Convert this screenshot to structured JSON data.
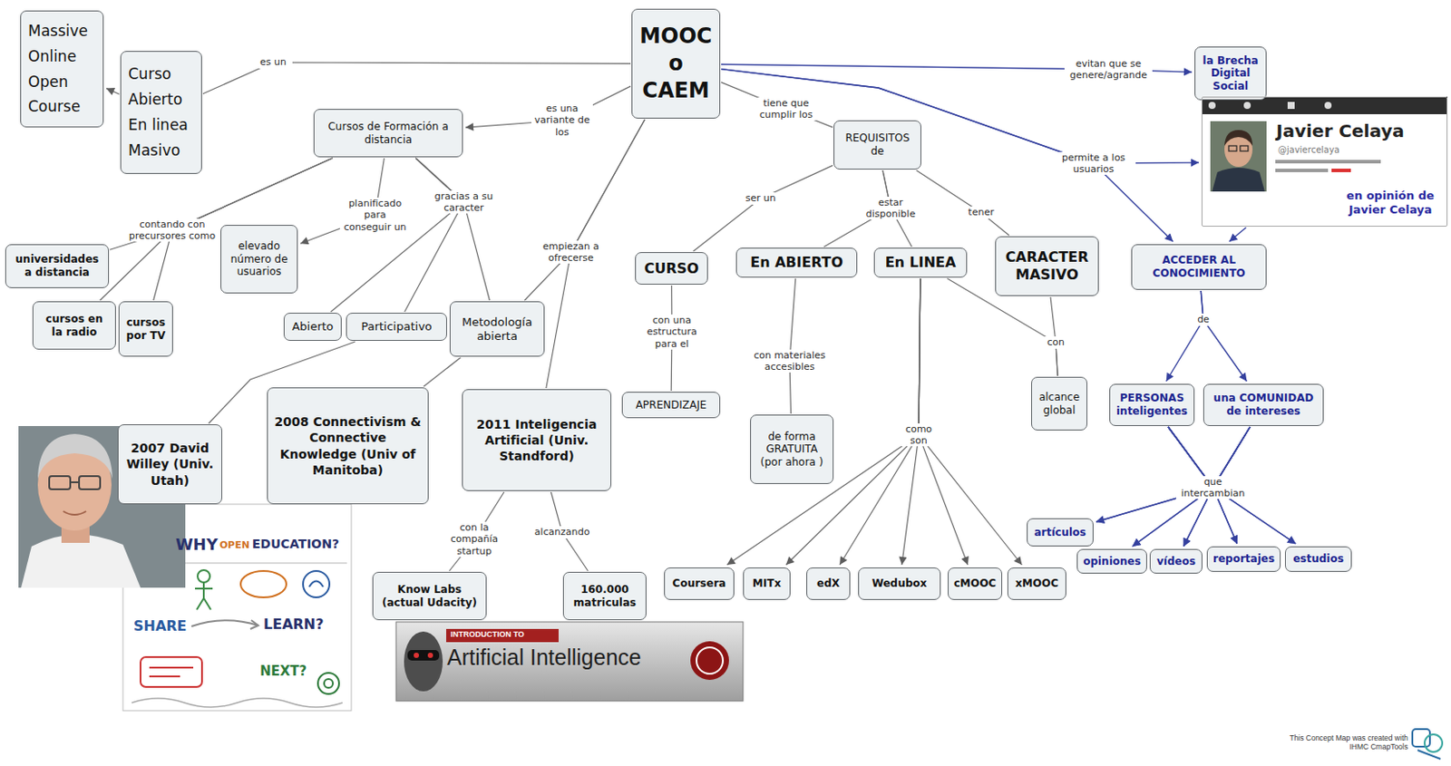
{
  "diagram": {
    "nodes": [
      {
        "text": [
          "MOOC o CAEM"
        ]
      },
      {
        "text": [
          "Massive Online Open Course"
        ]
      },
      {
        "text": [
          "Curso Abierto En linea Masivo"
        ]
      },
      {
        "text": [
          "Cursos de Formación a distancia"
        ]
      },
      {
        "text": [
          "elevado número de usuarios"
        ]
      },
      {
        "text": [
          "universidades a distancia"
        ]
      },
      {
        "text": [
          "cursos en la radio"
        ]
      },
      {
        "text": [
          "cursos por TV"
        ]
      },
      {
        "text": [
          "Abierto"
        ]
      },
      {
        "text": [
          "Participativo"
        ]
      },
      {
        "text": [
          "Metodología abierta"
        ]
      },
      {
        "text": [
          "2007 David Willey (Univ. Utah)"
        ]
      },
      {
        "text": [
          "2008 Connectivism & Connective Knowledge (Univ of Manitoba)"
        ]
      },
      {
        "text": [
          "2011 Inteligencia Artificial (Univ. Standford)"
        ]
      },
      {
        "text": [
          "Know Labs (actual Udacity)"
        ]
      },
      {
        "text": [
          "160.000 matriculas"
        ]
      },
      {
        "text": [
          "REQUISITOS de"
        ]
      },
      {
        "text": [
          "CURSO"
        ]
      },
      {
        "text": [
          "En ABIERTO"
        ]
      },
      {
        "text": [
          "En LINEA"
        ]
      },
      {
        "text": [
          "CARACTER MASIVO"
        ]
      },
      {
        "text": [
          "APRENDIZAJE"
        ]
      },
      {
        "text": [
          "de forma GRATUITA (por ahora )"
        ]
      },
      {
        "text": [
          "alcance global"
        ]
      },
      {
        "text": [
          "Coursera"
        ]
      },
      {
        "text": [
          "MITx"
        ]
      },
      {
        "text": [
          "edX"
        ]
      },
      {
        "text": [
          "Wedubox"
        ]
      },
      {
        "text": [
          "cMOOC"
        ]
      },
      {
        "text": [
          "xMOOC"
        ]
      },
      {
        "text": [
          "la Brecha Digital Social"
        ]
      },
      {
        "text": [
          "Javier Celaya",
          "@javiercelaya",
          "en opinión de Javier Celaya"
        ]
      },
      {
        "text": [
          "ACCEDER AL CONOCIMIENTO"
        ]
      },
      {
        "text": [
          "PERSONAS inteligentes"
        ]
      },
      {
        "text": [
          "una COMUNIDAD de intereses"
        ]
      },
      {
        "text": [
          "artículos"
        ]
      },
      {
        "text": [
          "opiniones"
        ]
      },
      {
        "text": [
          "vídeos"
        ]
      },
      {
        "text": [
          "reportajes"
        ]
      },
      {
        "text": [
          "estudios"
        ]
      }
    ],
    "edges": [
      {
        "from": 0,
        "to": 2,
        "label": "es un",
        "arrow": "none"
      },
      {
        "from": 2,
        "to": 1,
        "arrow": "to"
      },
      {
        "from": 0,
        "to": 3,
        "label": "es una variante de los",
        "arrow": "to"
      },
      {
        "from": 3,
        "to": 5,
        "label": "contando con precursores como",
        "arrow": "none"
      },
      {
        "from": 3,
        "to": 6,
        "arrow": "none"
      },
      {
        "from": 3,
        "to": 7,
        "arrow": "none"
      },
      {
        "from": 3,
        "to": 4,
        "label": "planificado para conseguir un",
        "arrow": "to"
      },
      {
        "from": 3,
        "to": 8,
        "label": "gracias a su caracter",
        "arrow": "none"
      },
      {
        "from": 3,
        "to": 9,
        "arrow": "none"
      },
      {
        "from": 3,
        "to": 10,
        "arrow": "none"
      },
      {
        "from": 0,
        "to": 13,
        "label": "empiezan a ofrecerse",
        "arrow": "none"
      },
      {
        "from": 0,
        "to": 10,
        "arrow": "none"
      },
      {
        "from": 9,
        "to": 11,
        "arrow": "none"
      },
      {
        "from": 10,
        "to": 12,
        "arrow": "none"
      },
      {
        "from": 13,
        "to": 14,
        "label": "con la compañía startup",
        "arrow": "none"
      },
      {
        "from": 13,
        "to": 15,
        "label": "alcanzando",
        "arrow": "none"
      },
      {
        "from": 0,
        "to": 16,
        "label": "tiene que cumplir los",
        "arrow": "none"
      },
      {
        "from": 16,
        "to": 17,
        "label": "ser un",
        "arrow": "none"
      },
      {
        "from": 16,
        "to": 18,
        "label": "estar disponible",
        "arrow": "none"
      },
      {
        "from": 16,
        "to": 19,
        "arrow": "none"
      },
      {
        "from": 16,
        "to": 20,
        "label": "tener",
        "arrow": "none"
      },
      {
        "from": 17,
        "to": 21,
        "label": "con una estructura para el",
        "arrow": "none"
      },
      {
        "from": 18,
        "to": 22,
        "label": "con materiales accesibles",
        "arrow": "none"
      },
      {
        "from": 19,
        "to": 23,
        "label": "con",
        "arrow": "none"
      },
      {
        "from": 20,
        "to": 23,
        "arrow": "none"
      },
      {
        "from": 19,
        "to": 24,
        "label": "como son",
        "arrow": "to"
      },
      {
        "from": 19,
        "to": 25,
        "arrow": "to"
      },
      {
        "from": 19,
        "to": 26,
        "arrow": "to"
      },
      {
        "from": 19,
        "to": 27,
        "arrow": "to"
      },
      {
        "from": 19,
        "to": 28,
        "arrow": "to"
      },
      {
        "from": 19,
        "to": 29,
        "arrow": "to"
      },
      {
        "from": 0,
        "to": 30,
        "label": "evitan que se genere/agrande",
        "arrow": "to"
      },
      {
        "from": 0,
        "to": 31,
        "label": "permite a los usuarios",
        "arrow": "to"
      },
      {
        "from": 0,
        "to": 32,
        "arrow": "to"
      },
      {
        "from": 31,
        "to": 32,
        "arrow": "to"
      },
      {
        "from": 32,
        "to": 33,
        "label": "de",
        "arrow": "to"
      },
      {
        "from": 32,
        "to": 34,
        "arrow": "to"
      },
      {
        "from": 33,
        "to": 35,
        "label": "que intercambian",
        "arrow": "to"
      },
      {
        "from": 33,
        "to": 36,
        "arrow": "to"
      },
      {
        "from": 33,
        "to": 37,
        "arrow": "to"
      },
      {
        "from": 33,
        "to": 38,
        "arrow": "to"
      },
      {
        "from": 33,
        "to": 39,
        "arrow": "to"
      },
      {
        "from": 34,
        "to": 35,
        "arrow": "to"
      },
      {
        "from": 34,
        "to": 36,
        "arrow": "to"
      },
      {
        "from": 34,
        "to": 37,
        "arrow": "to"
      },
      {
        "from": 34,
        "to": 38,
        "arrow": "to"
      },
      {
        "from": 34,
        "to": 39,
        "arrow": "to"
      }
    ],
    "labels": [
      "WHY",
      "OPEN",
      "EDUCATION?",
      "SHARE",
      "LEARN?",
      "NEXT?",
      "INTRODUCTION TO",
      "Artificial Intelligence",
      "This Concept Map was created with IHMC CmapTools"
    ]
  }
}
